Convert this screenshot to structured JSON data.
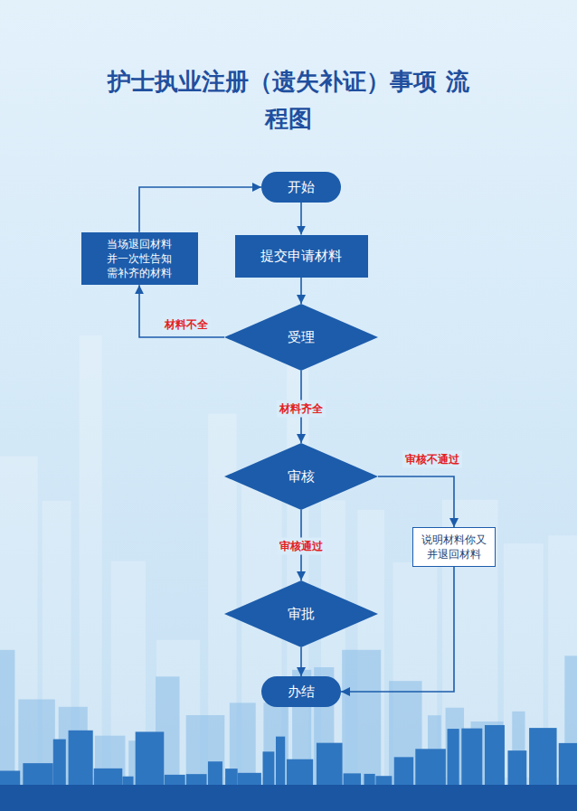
{
  "diagram": {
    "title": "护士执业注册（遗失补证）事项 流程图",
    "nodes": [
      {
        "text": [
          "开始"
        ]
      },
      {
        "text": [
          "提交申请材料"
        ]
      },
      {
        "text": [
          "当场退回材料 并一次性告知 需补齐的材料"
        ]
      },
      {
        "text": [
          "受理"
        ]
      },
      {
        "text": [
          "审核"
        ]
      },
      {
        "text": [
          "说明材料你又 并退回材料"
        ]
      },
      {
        "text": [
          "审批"
        ]
      },
      {
        "text": [
          "办结"
        ]
      }
    ],
    "edges": [
      {
        "from": 0,
        "to": 1,
        "arrow": "to"
      },
      {
        "from": 1,
        "to": 3,
        "arrow": "to"
      },
      {
        "from": 3,
        "to": 2,
        "label": "材料不全",
        "arrow": "to"
      },
      {
        "from": 2,
        "to": 0,
        "arrow": "to"
      },
      {
        "from": 3,
        "to": 4,
        "label": "材料齐全",
        "arrow": "to"
      },
      {
        "from": 4,
        "to": 6,
        "label": "审核通过",
        "arrow": "to"
      },
      {
        "from": 4,
        "to": 5,
        "label": "审核不通过",
        "arrow": "to"
      },
      {
        "from": 5,
        "to": 7,
        "arrow": "to"
      },
      {
        "from": 6,
        "to": 7,
        "arrow": "to"
      }
    ]
  }
}
